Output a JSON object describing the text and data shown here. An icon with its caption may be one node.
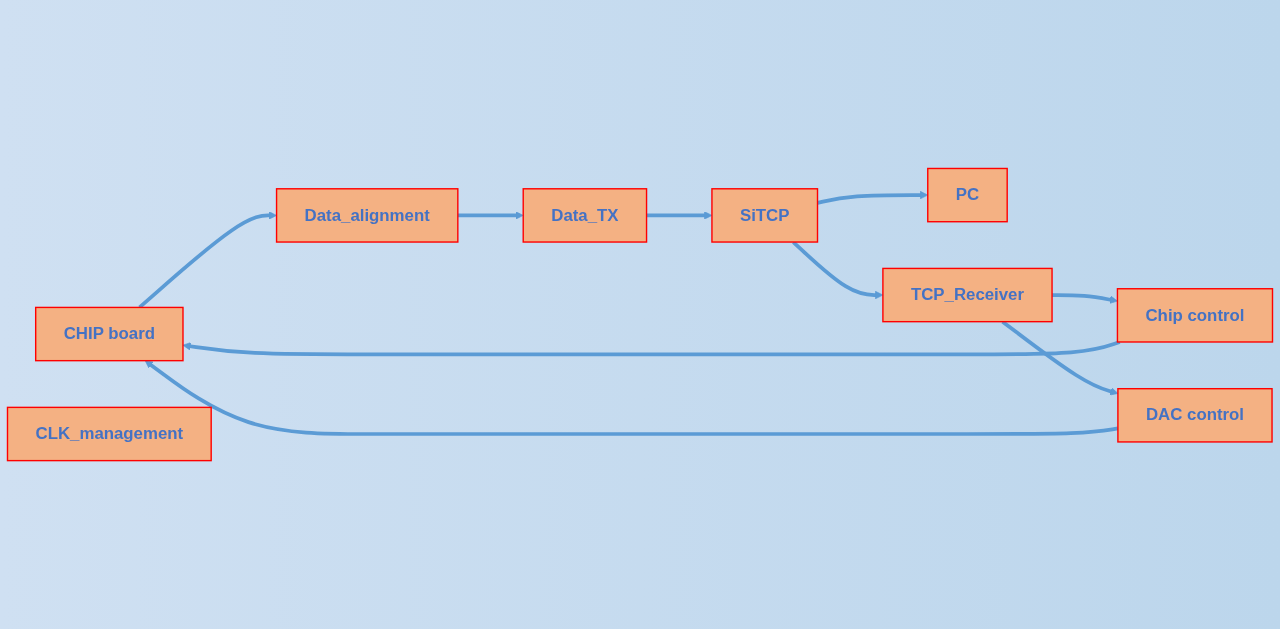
{
  "diagram": {
    "nodes": [
      {
        "text": [
          "CHIP board"
        ]
      },
      {
        "text": [
          "Data_alignment"
        ]
      },
      {
        "text": [
          "Data_TX"
        ]
      },
      {
        "text": [
          "CLK_management"
        ]
      },
      {
        "text": [
          "SiTCP"
        ]
      },
      {
        "text": [
          "PC"
        ]
      },
      {
        "text": [
          "Chip control"
        ]
      },
      {
        "text": [
          "TCP_Receiver"
        ]
      },
      {
        "text": [
          "DAC control"
        ]
      }
    ],
    "edges": [
      {
        "from": 0,
        "to": 1,
        "arrow": "to"
      },
      {
        "from": 1,
        "to": 2,
        "arrow": "to"
      },
      {
        "from": 2,
        "to": 4,
        "arrow": "to"
      },
      {
        "from": 4,
        "to": 5,
        "arrow": "to"
      },
      {
        "from": 4,
        "to": 7,
        "arrow": "to"
      },
      {
        "from": 7,
        "to": 6,
        "arrow": "to"
      },
      {
        "from": 7,
        "to": 8,
        "arrow": "to"
      },
      {
        "from": 6,
        "to": 0,
        "arrow": "to"
      },
      {
        "from": 8,
        "to": 0,
        "arrow": "to"
      }
    ]
  }
}
